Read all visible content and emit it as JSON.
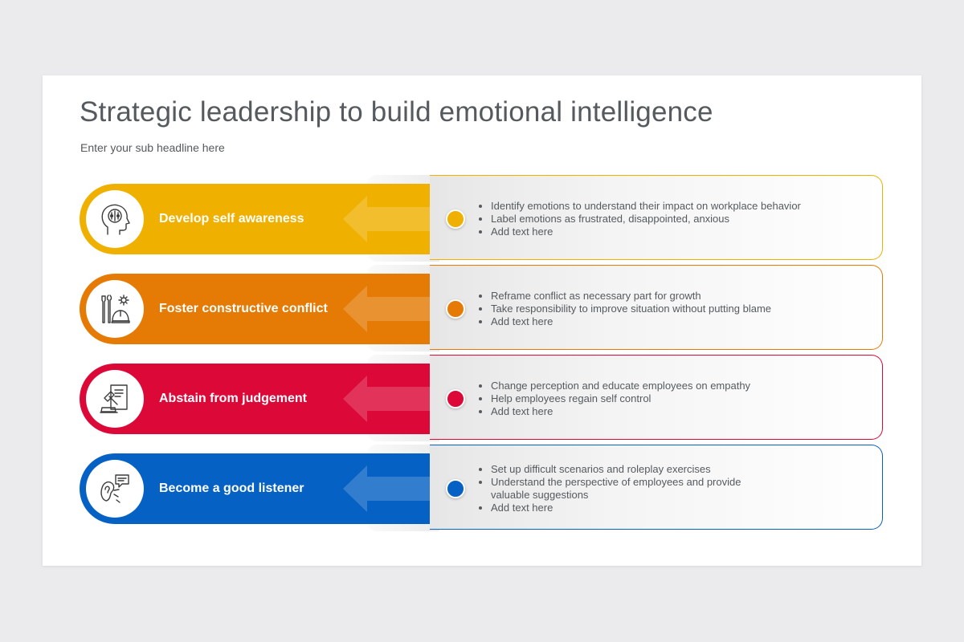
{
  "title": "Strategic leadership to build emotional intelligence",
  "subtitle": "Enter your sub headline here",
  "rows": [
    {
      "label": "Develop self awareness",
      "icon": "brain-head-icon",
      "color": "#efb000",
      "bullets": [
        "Identify emotions to understand their impact on workplace behavior",
        "Label emotions as frustrated, disappointed, anxious",
        "Add text here"
      ]
    },
    {
      "label": "Foster constructive conflict",
      "icon": "tools-hardhat-icon",
      "color": "#e57b05",
      "bullets": [
        "Reframe conflict as necessary part for growth",
        "Take responsibility to improve situation without putting blame",
        "Add text here"
      ]
    },
    {
      "label": "Abstain from judgement",
      "icon": "gavel-document-icon",
      "color": "#dc0838",
      "bullets": [
        "Change perception and educate employees on empathy",
        "Help employees regain self control",
        "Add text here"
      ]
    },
    {
      "label": "Become a good listener",
      "icon": "ear-speech-icon",
      "color": "#0661c4",
      "bullets": [
        "Set up difficult scenarios and roleplay exercises",
        "Understand the perspective of employees and provide",
        "valuable suggestions",
        "Add text here"
      ]
    }
  ]
}
